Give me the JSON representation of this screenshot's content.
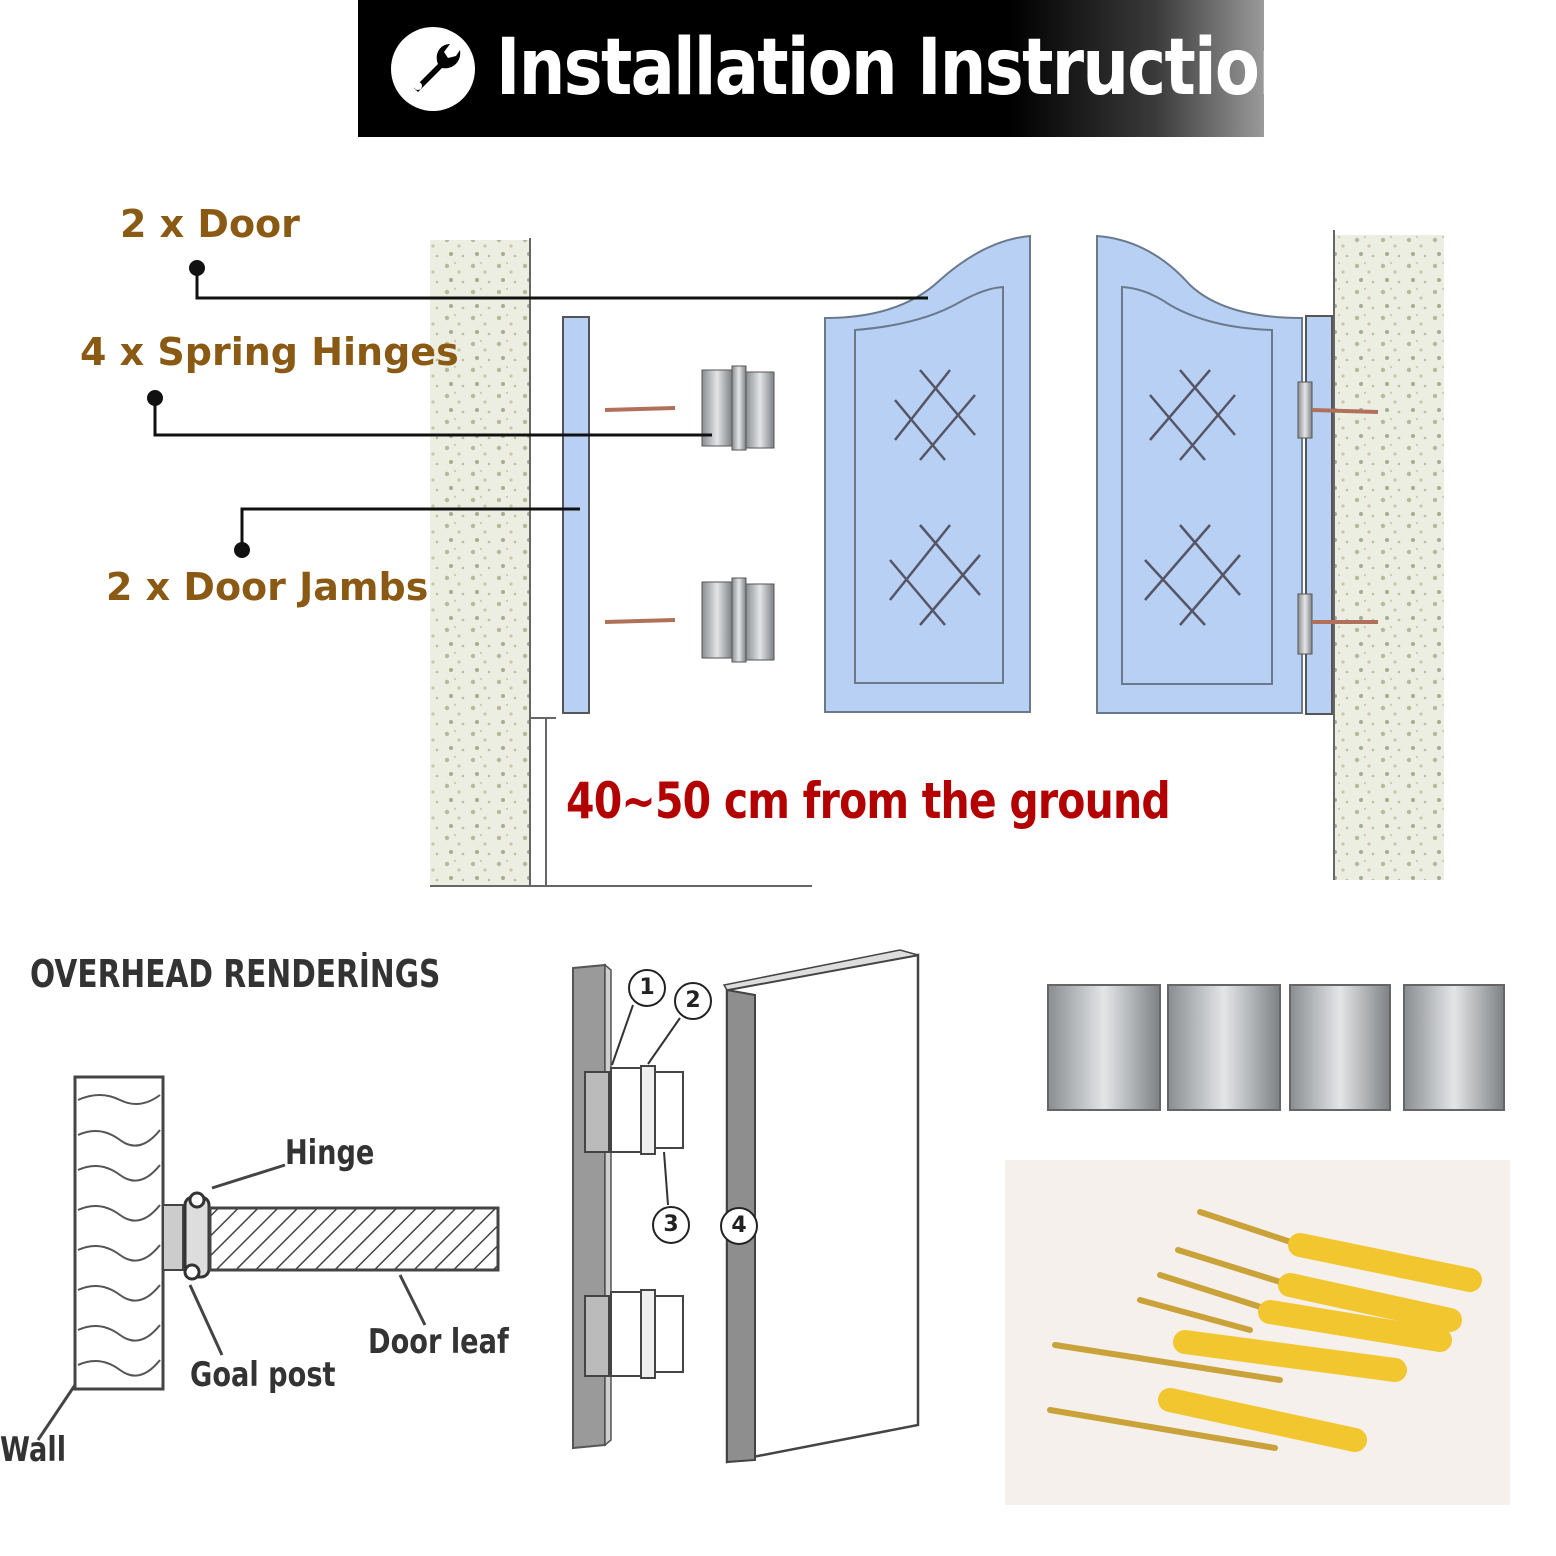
{
  "header": {
    "title": "Installation Instruction",
    "icon": "wrench-icon"
  },
  "main_diagram": {
    "labels": {
      "door": "2 x Door",
      "hinges": "4 x Spring Hinges",
      "jambs": "2 x Door Jambs"
    },
    "ground_note": "40~50 cm from the ground",
    "colors": {
      "label": "#8a5a14",
      "note": "#b30000",
      "door_fill": "#b8d0f4"
    }
  },
  "overhead": {
    "title": "OVERHEAD RENDERİNGS",
    "labels": {
      "hinge": "Hinge",
      "door_leaf": "Door leaf",
      "goal_post": "Goal post",
      "wall": "Wall"
    }
  },
  "assembly": {
    "markers": [
      "1",
      "2",
      "3",
      "4"
    ]
  }
}
